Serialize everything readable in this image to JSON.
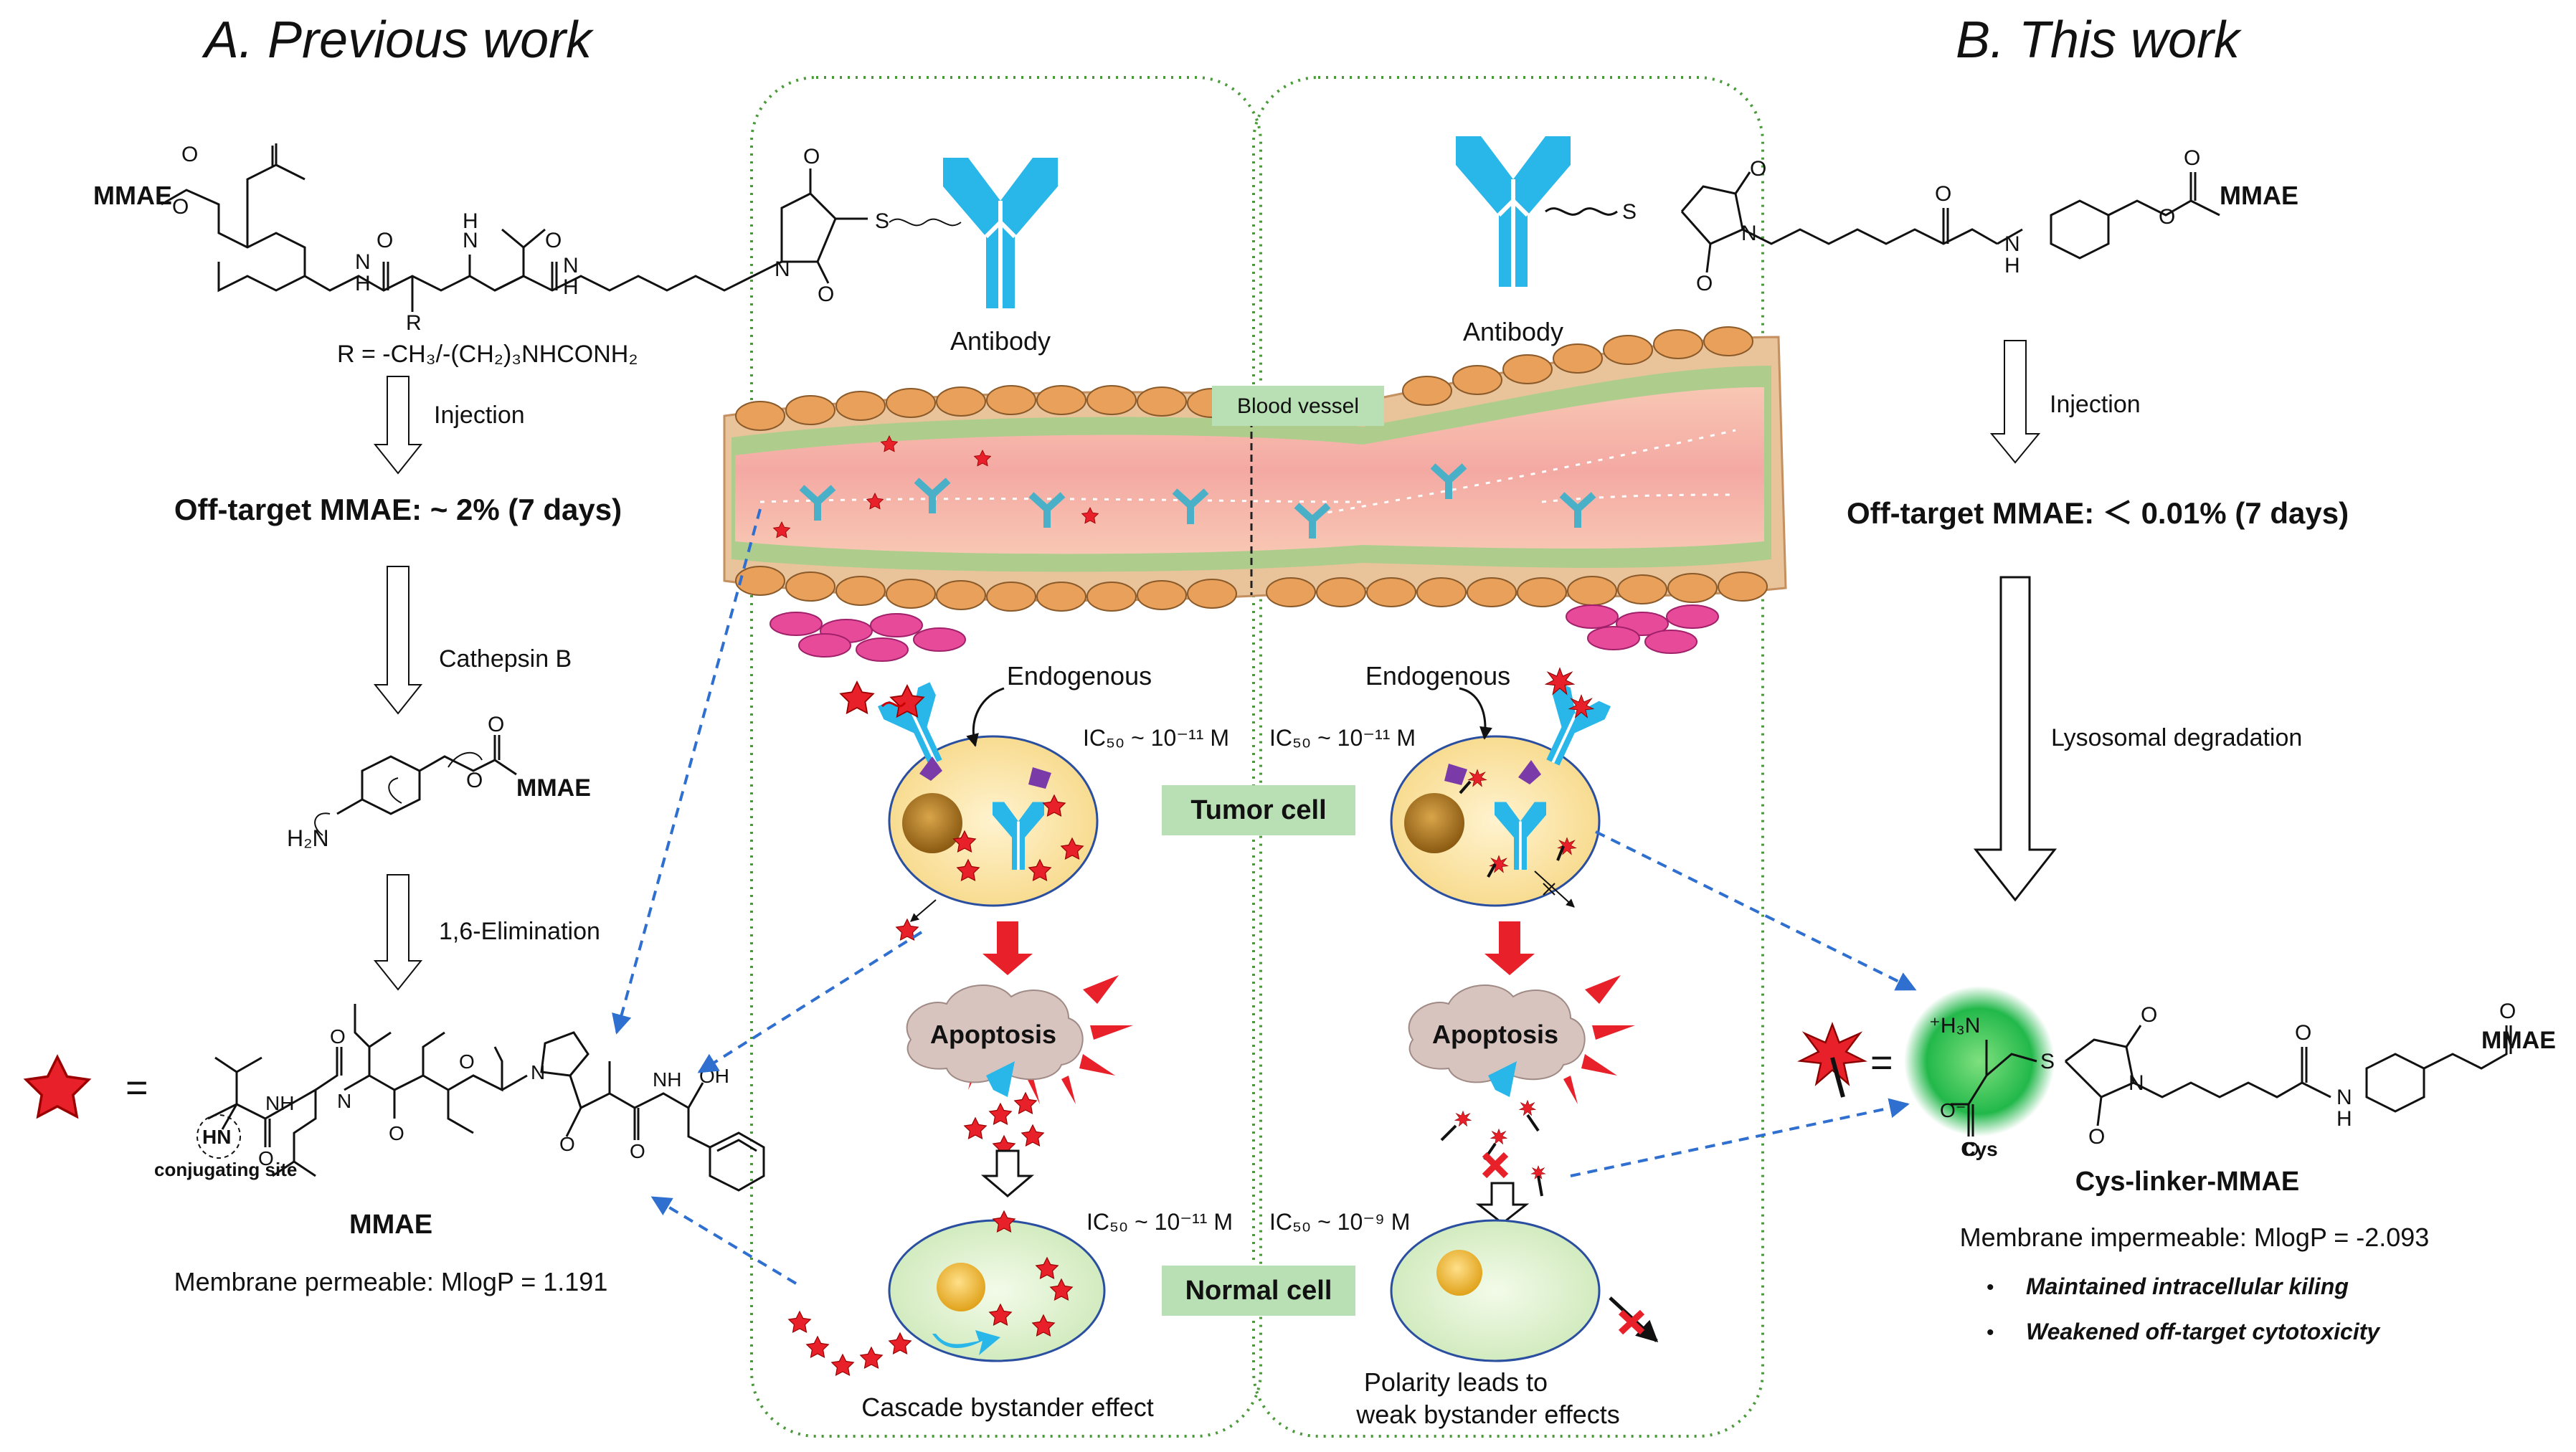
{
  "headers": {
    "previous": "A. Previous work",
    "this": "B. This work"
  },
  "left": {
    "mmae_label": "MMAE",
    "r_def": "R = -CH₃/-(CH₂)₃NHCONH₂",
    "injection": "Injection",
    "off_target": "Off-target MMAE: ~ 2% (7 days)",
    "cathepsin": "Cathepsin B",
    "elimination": "1,6-Elimination",
    "h2n": "H₂N",
    "star_eq": "=",
    "hn": "HN",
    "conjugating_site": "conjugating site",
    "product_name": "MMAE",
    "permeable": "Membrane permeable: MlogP = 1.191",
    "atoms": {
      "n": "N",
      "h": "H",
      "o": "O",
      "s": "S",
      "r": "R",
      "oh": "OH",
      "nh": "NH"
    }
  },
  "right": {
    "mmae_label": "MMAE",
    "injection": "Injection",
    "off_target": "Off-target MMAE: ＜ 0.01% (7 days)",
    "lysosomal": "Lysosomal degradation",
    "eq": "=",
    "h3n": "⁺H₃N",
    "o_minus": "O⁻",
    "cys": "Cys",
    "product_name": "Cys-linker-MMAE",
    "impermeable": "Membrane impermeable: MlogP = -2.093",
    "bullets": [
      "Maintained intracellular kiling",
      "Weakened off-target cytotoxicity"
    ]
  },
  "center": {
    "antibody_left": "Antibody",
    "antibody_right": "Antibody",
    "blood_vessel": "Blood vessel",
    "endogenous_left": "Endogenous",
    "endogenous_right": "Endogenous",
    "ic50_tumor_left": "IC₅₀ ~ 10⁻¹¹ M",
    "ic50_tumor_right": "IC₅₀ ~ 10⁻¹¹ M",
    "ic50_normal_left": "IC₅₀ ~ 10⁻¹¹ M",
    "ic50_normal_right": "IC₅₀ ~ 10⁻⁹ M",
    "tumor_cell": "Tumor cell",
    "normal_cell": "Normal cell",
    "apoptosis_left": "Apoptosis",
    "apoptosis_right": "Apoptosis",
    "cascade": "Cascade bystander effect",
    "polarity_line1": "Polarity leads to",
    "polarity_line2": "weak bystander effects"
  },
  "colors": {
    "antibody": "#29b6e8",
    "star": "#e8202a",
    "cys_glow": "#1fb84a",
    "panel_border": "#4a9a3a",
    "label_box": "#b9dfb4",
    "dashed_arrow": "#2f6fcf",
    "vessel": "#f2a6a0",
    "tumor_cell": "#fbe3a4",
    "normal_cell": "#d9efc9"
  }
}
